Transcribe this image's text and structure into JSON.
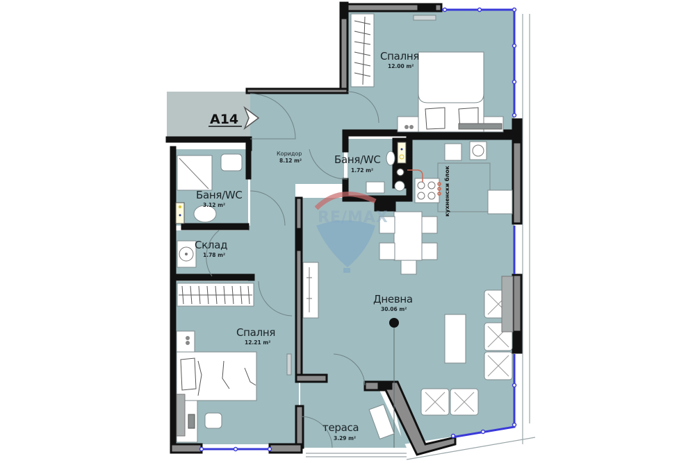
{
  "unit": {
    "label": "A14"
  },
  "rooms": [
    {
      "id": "bedroom-1",
      "name": "Спалня",
      "area": "12.00 m²"
    },
    {
      "id": "corridor",
      "name": "Коридор",
      "area": "8.12 m²"
    },
    {
      "id": "bathroom-small",
      "name": "Баня/WC",
      "area": "1.72 m²"
    },
    {
      "id": "bathroom-large",
      "name": "Баня/WC",
      "area": "3.12 m²"
    },
    {
      "id": "storage",
      "name": "Склад",
      "area": "1.78 m²"
    },
    {
      "id": "bedroom-2",
      "name": "Спалня",
      "area": "12.21 m²"
    },
    {
      "id": "living-room",
      "name": "Дневна",
      "area": "30.06 m²"
    },
    {
      "id": "terrace",
      "name": "тераса",
      "area": "3.29 m²"
    }
  ],
  "annotations": {
    "kitchen_block": "кухненски блок"
  },
  "watermark": {
    "text": "RE/MAX"
  },
  "colors": {
    "floor": "#9fbcc0",
    "entrance_area": "#b8c4c6",
    "wall_outline": "#111111",
    "wall_fill": "#8c8c8c",
    "window": "#3b3bd6",
    "furniture": "#ffffff",
    "watermark_red": "#c96a6a",
    "watermark_blue": "#6f9ec8"
  }
}
